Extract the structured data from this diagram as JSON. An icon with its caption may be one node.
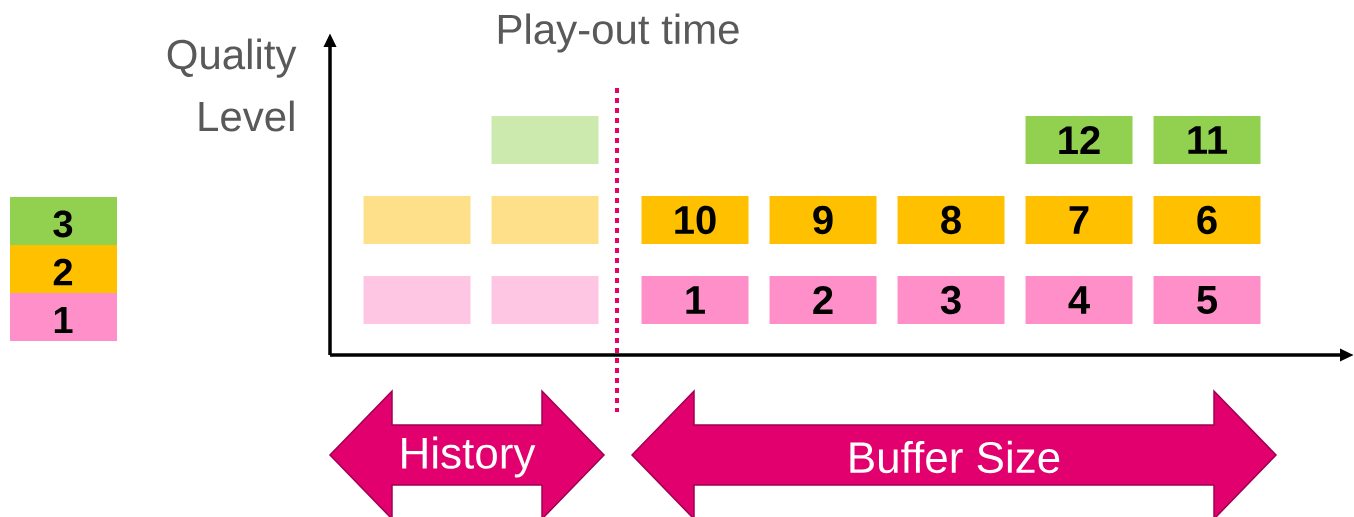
{
  "diagram": {
    "nodes": [
      {
        "text": [],
        "shape": "box"
      },
      {
        "text": [
          "12"
        ]
      },
      {
        "text": [
          "11"
        ]
      },
      {
        "text": [],
        "shape": "box"
      },
      {
        "text": [],
        "shape": "box"
      },
      {
        "text": [
          "10"
        ]
      },
      {
        "text": [
          "9"
        ]
      },
      {
        "text": [
          "8"
        ]
      },
      {
        "text": [
          "7"
        ]
      },
      {
        "text": [
          "6"
        ]
      },
      {
        "text": [],
        "shape": "box"
      },
      {
        "text": [],
        "shape": "box"
      },
      {
        "text": [
          "1"
        ]
      },
      {
        "text": [
          "2"
        ]
      },
      {
        "text": [
          "3"
        ]
      },
      {
        "text": [
          "4"
        ]
      },
      {
        "text": [
          "5"
        ]
      },
      {
        "text": [
          "History"
        ]
      },
      {
        "text": [
          "Buffer Size"
        ]
      }
    ],
    "edges": [],
    "labels": [
      "Quality Level",
      "Play-out time"
    ],
    "legend": [
      {
        "text": "3",
        "color": "#92d050"
      },
      {
        "text": "2",
        "color": "#ffc000"
      },
      {
        "text": "1",
        "color": "#ff8fc8"
      }
    ]
  }
}
